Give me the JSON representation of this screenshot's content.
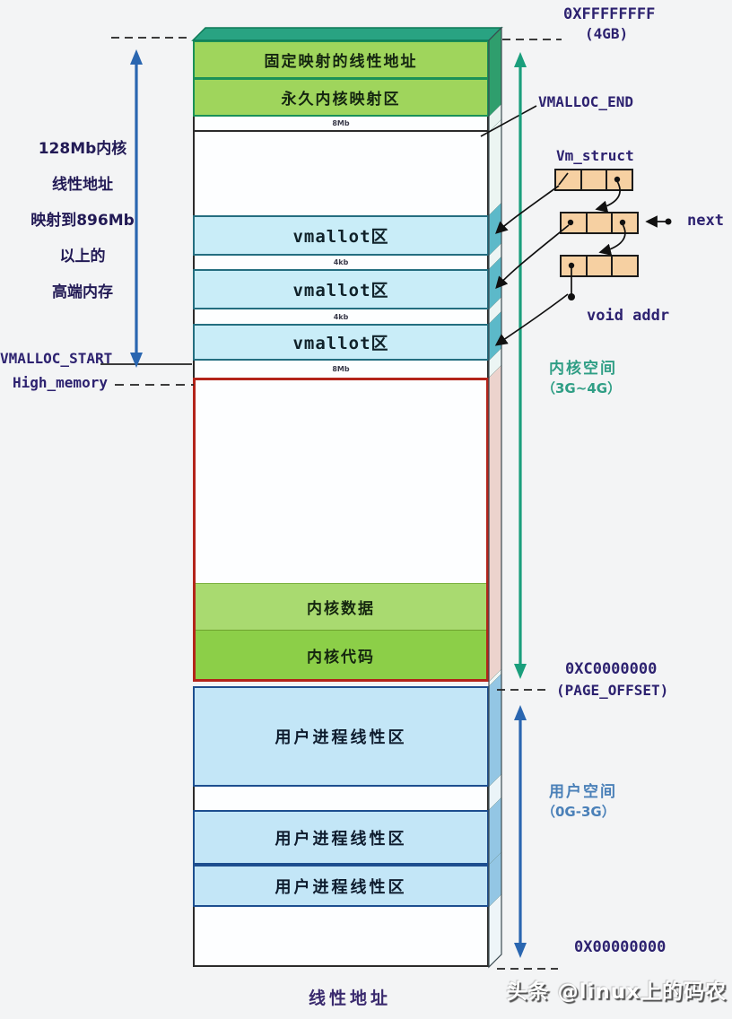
{
  "diagram_title": "线性地址",
  "watermark": "头条 @linux上的码农",
  "left_labels": {
    "note_lines": [
      "128Mb内核",
      "线性地址",
      "映射到896Mb",
      "以上的",
      "高端内存"
    ],
    "vmalloc_start": "VMALLOC_START",
    "high_memory": "High_memory"
  },
  "addresses": {
    "top": "0XFFFFFFFF",
    "top_sub": "(4GB)",
    "page_offset": "0XC0000000",
    "page_offset_sub": "(PAGE_OFFSET)",
    "bottom": "0X00000000"
  },
  "right_labels": {
    "vmalloc_end": "VMALLOC_END",
    "vm_struct": "Vm_struct",
    "next": "next",
    "void_addr": "void addr",
    "kernel_space": "内核空间",
    "kernel_space_range": "（3G~4G）",
    "user_space": "用户空间",
    "user_space_range": "（0G-3G）"
  },
  "memory_sections": {
    "fixed_mapping": "固定映射的线性地址",
    "permanent_mapping": "永久内核映射区",
    "gap_labels": [
      "8Mb",
      "4kb",
      "4kb",
      "8Mb"
    ],
    "vmalloc_areas": [
      "vmallot区",
      "vmallot区",
      "vmallot区"
    ],
    "kernel_data": "内核数据",
    "kernel_code": "内核代码",
    "user_areas": [
      "用户进程线性区",
      "用户进程线性区",
      "用户进程线性区"
    ]
  },
  "colors": {
    "green_box": "#9fd55c",
    "kernel_data_box": "#a9da70",
    "kernel_code_box": "#8ccf48",
    "vmalloc_box": "#c9edf8",
    "user_box": "#c3e6f7",
    "red_border": "#b3241a",
    "kernel_arrow": "#1a9e7c",
    "user_arrow": "#2a66b0",
    "label_text": "#2d2270",
    "struct_box": "#f6d0a2"
  }
}
